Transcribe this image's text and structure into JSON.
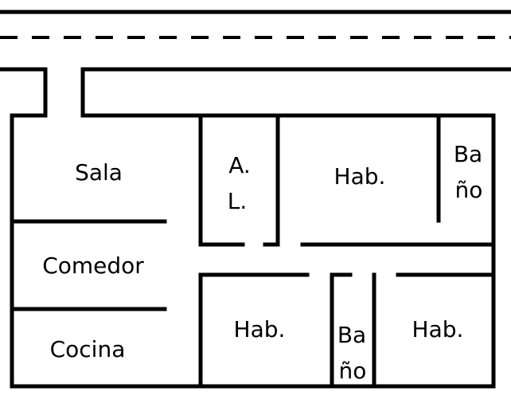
{
  "plan": {
    "rooms": {
      "sala": "Sala",
      "comedor": "Comedor",
      "cocina": "Cocina",
      "al_line1": "A.",
      "al_line2": "L.",
      "hab_top": "Hab.",
      "bano_top_line1": "Ba",
      "bano_top_line2": "ño",
      "hab_bottom_left": "Hab.",
      "bano_bottom_line1": "Ba",
      "bano_bottom_line2": "ño",
      "hab_bottom_right": "Hab."
    },
    "colors": {
      "line": "#000000",
      "background": "#ffffff"
    }
  }
}
